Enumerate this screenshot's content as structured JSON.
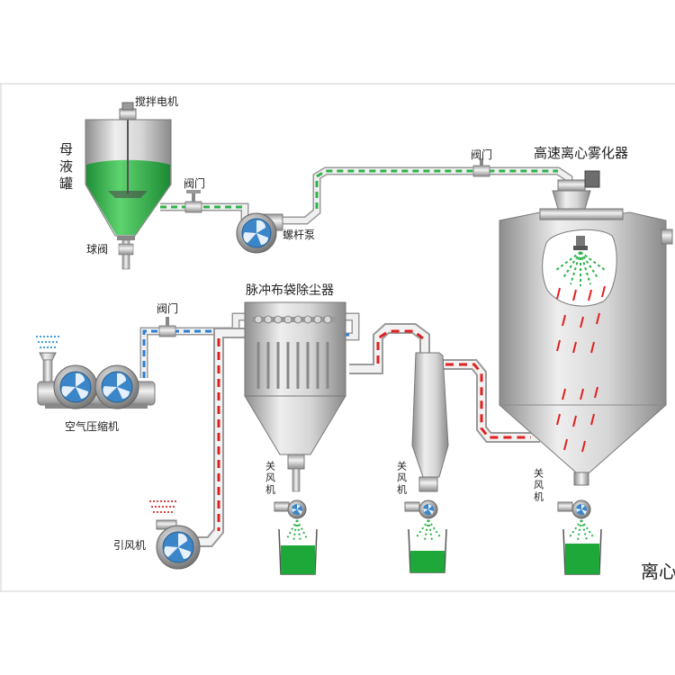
{
  "labels": {
    "stir_motor": "搅拌电机",
    "mother_tank": "母液罐",
    "ball_valve": "球阀",
    "valve_1": "阀门",
    "valve_2": "阀门",
    "valve_3": "阀门",
    "screw_pump": "螺杆泵",
    "atomizer": "高速离心雾化器",
    "bag_filter": "脉冲布袋除尘器",
    "air_compressor": "空气压缩机",
    "induced_fan": "引风机",
    "airlock_1": "关风机",
    "airlock_2": "关风机",
    "airlock_3": "关风机",
    "title_partial": "离心"
  },
  "colors": {
    "liquid_green": "#2db34a",
    "powder_green": "#1fa83a",
    "hot_air_red": "#e02020",
    "compressed_air_blue": "#2a7fd4",
    "steel": "#c8c8c8",
    "impeller_blue": "#3b86c8"
  }
}
